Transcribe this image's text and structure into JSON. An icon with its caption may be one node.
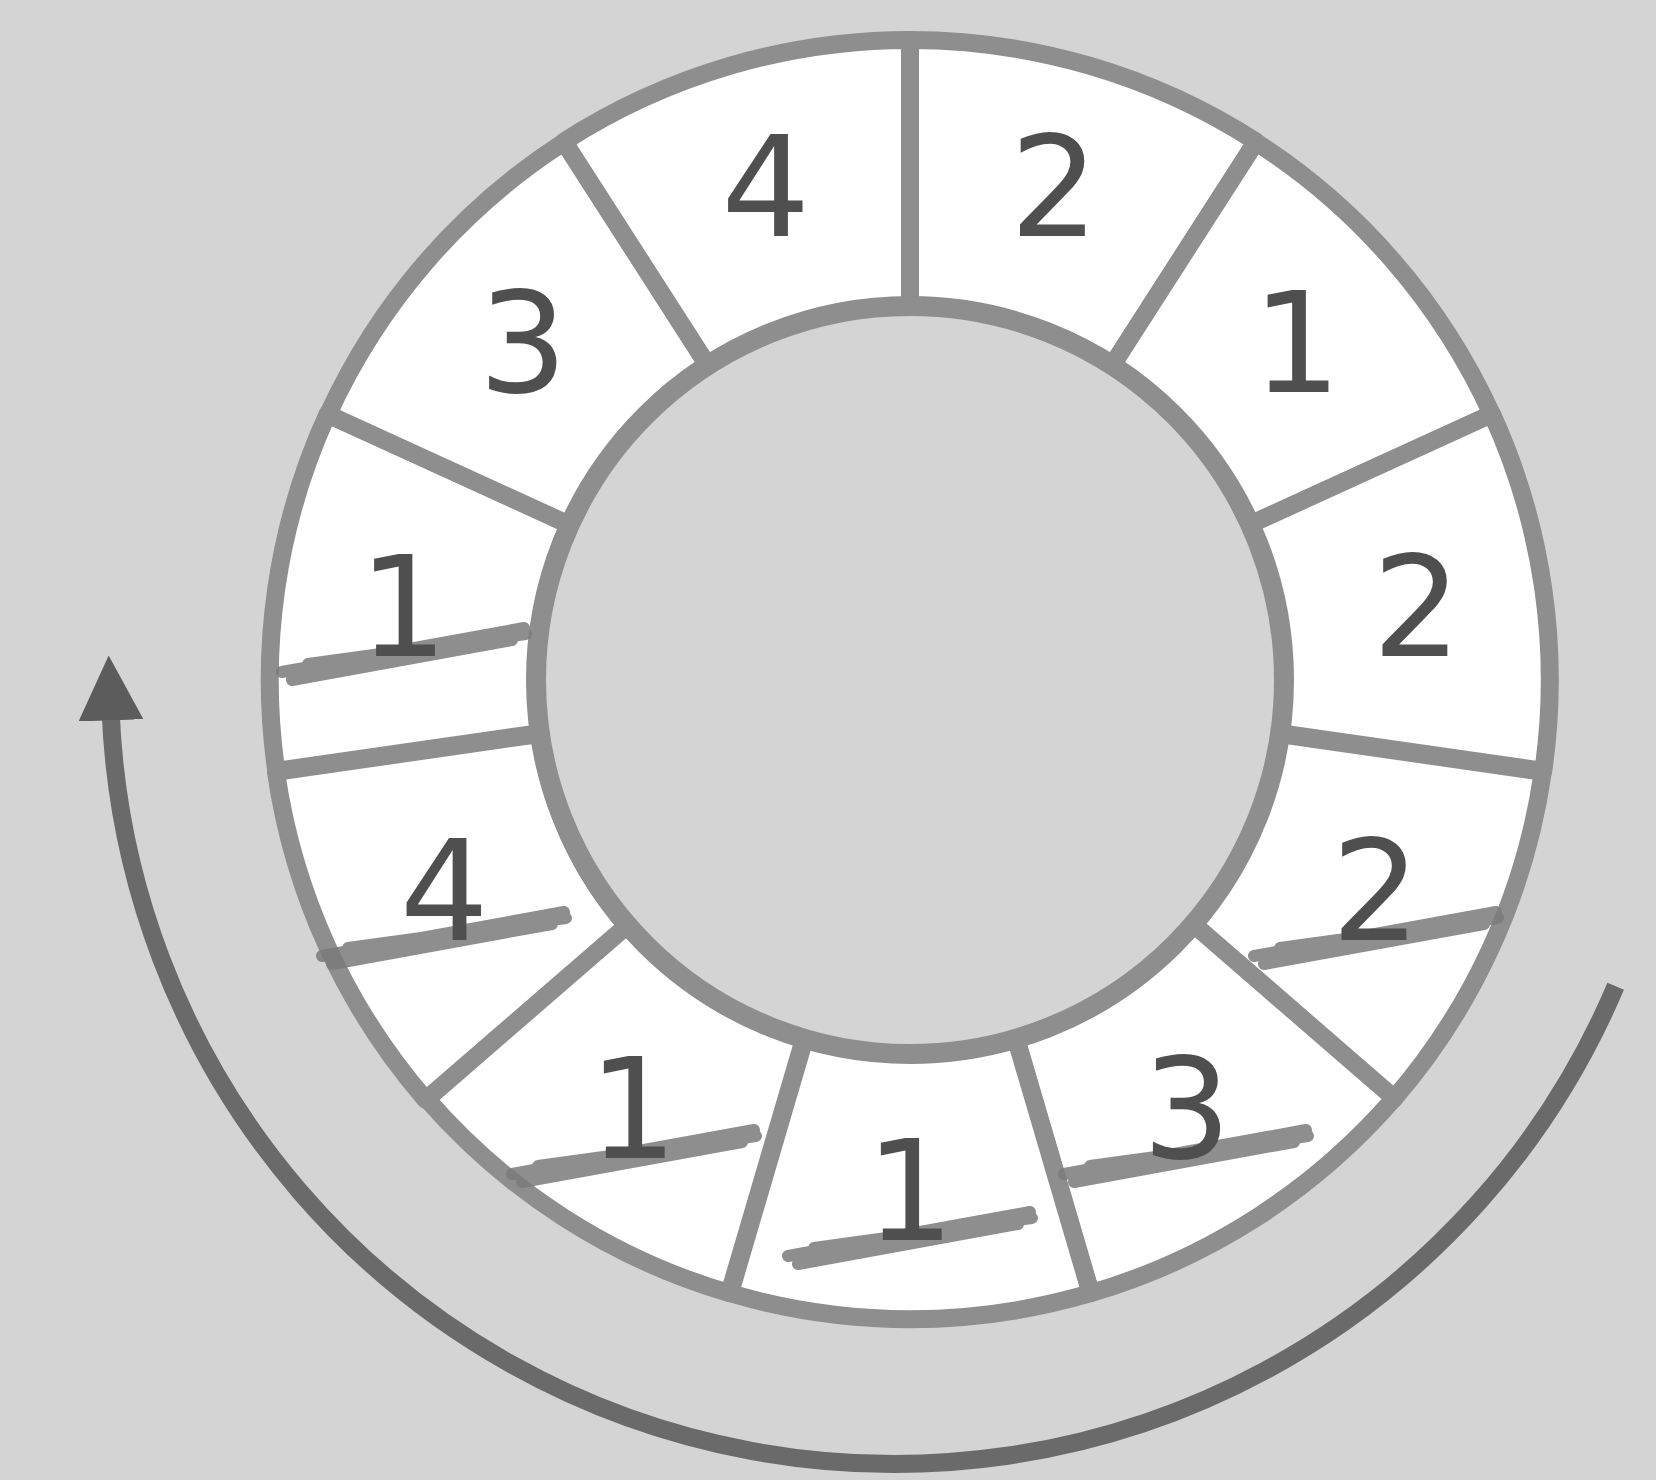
{
  "diagram": {
    "nodes": [
      {
        "text": [
          "2"
        ]
      },
      {
        "text": [
          "1"
        ]
      },
      {
        "text": [
          "2"
        ]
      },
      {
        "text": [
          "2"
        ]
      },
      {
        "text": [],
        "shape": "scribble",
        "in": 3
      },
      {
        "text": [
          "3"
        ]
      },
      {
        "text": [],
        "shape": "scribble",
        "in": 5
      },
      {
        "text": [
          "1"
        ]
      },
      {
        "text": [],
        "shape": "scribble",
        "in": 7
      },
      {
        "text": [
          "1"
        ]
      },
      {
        "text": [],
        "shape": "scribble",
        "in": 9
      },
      {
        "text": [
          "4"
        ]
      },
      {
        "text": [],
        "shape": "scribble",
        "in": 11
      },
      {
        "text": [
          "1"
        ]
      },
      {
        "text": [],
        "shape": "scribble",
        "in": 13
      },
      {
        "text": [
          "3"
        ]
      },
      {
        "text": [
          "4"
        ]
      },
      {
        "text": [],
        "shape": "circle"
      }
    ],
    "edges": []
  }
}
